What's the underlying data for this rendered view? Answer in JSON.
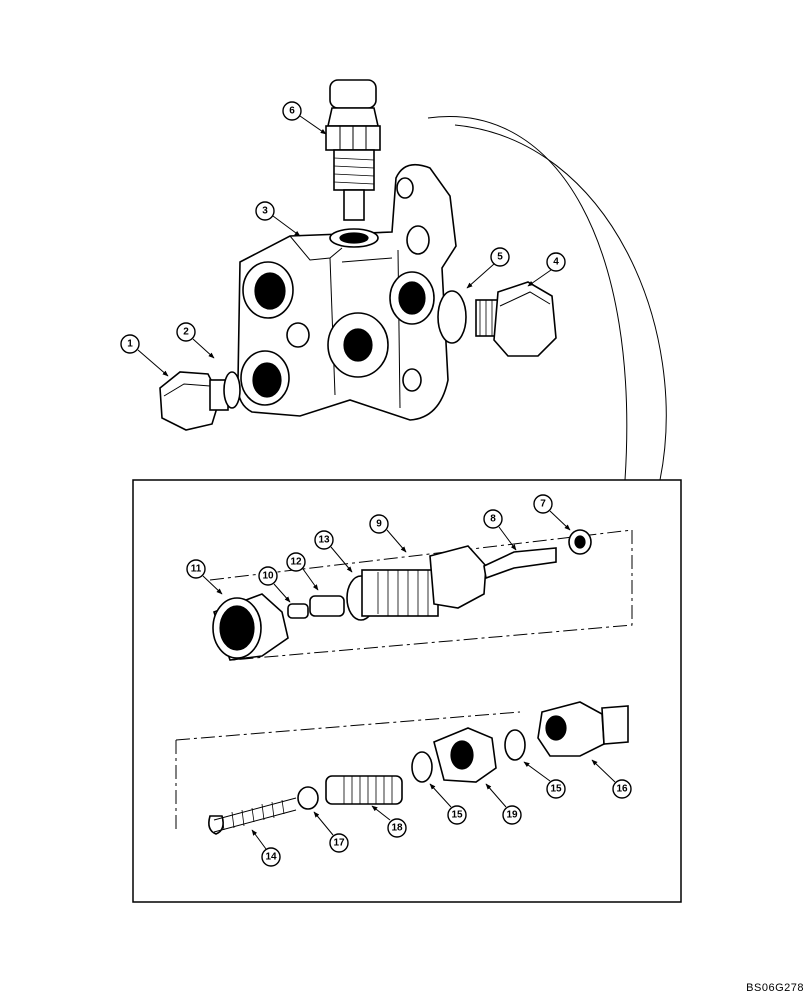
{
  "callouts": [
    "1",
    "2",
    "3",
    "4",
    "5",
    "6",
    "7",
    "8",
    "9",
    "10",
    "11",
    "12",
    "13",
    "14",
    "15",
    "16",
    "17",
    "18",
    "19"
  ],
  "reference_code": "BS06G278"
}
